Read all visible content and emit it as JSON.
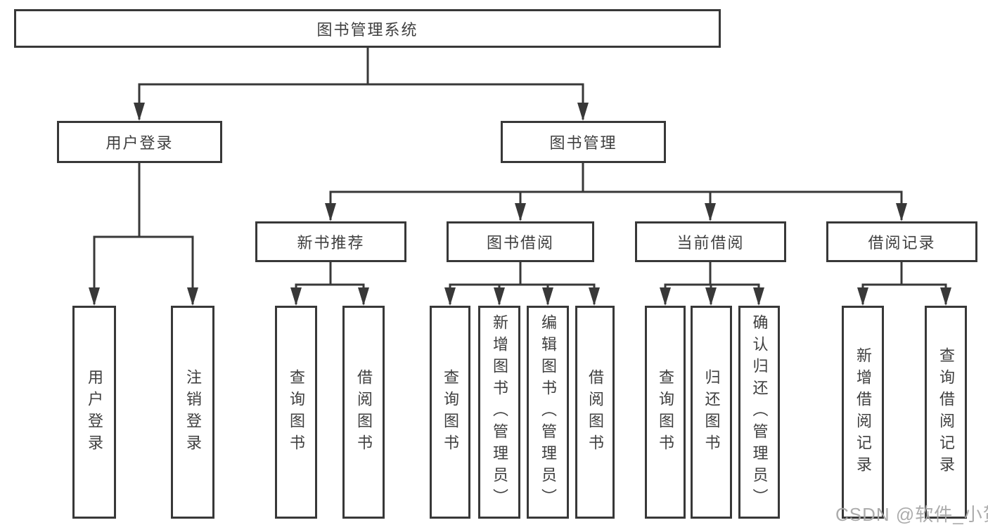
{
  "tree": {
    "label": "图书管理系统",
    "children": [
      {
        "label": "用户登录",
        "children": [
          {
            "label": "用户登录"
          },
          {
            "label": "注销登录"
          }
        ]
      },
      {
        "label": "图书管理",
        "children": [
          {
            "label": "新书推荐",
            "children": [
              {
                "label": "查询图书"
              },
              {
                "label": "借阅图书"
              }
            ]
          },
          {
            "label": "图书借阅",
            "children": [
              {
                "label": "查询图书"
              },
              {
                "label": "新增图书（管理员）"
              },
              {
                "label": "编辑图书（管理员）"
              },
              {
                "label": "借阅图书"
              }
            ]
          },
          {
            "label": "当前借阅",
            "children": [
              {
                "label": "查询图书"
              },
              {
                "label": "归还图书"
              },
              {
                "label": "确认归还（管理员）"
              }
            ]
          },
          {
            "label": "借阅记录",
            "children": [
              {
                "label": "新增借阅记录"
              },
              {
                "label": "查询借阅记录"
              }
            ]
          }
        ]
      }
    ]
  },
  "watermark": {
    "text": "CSDN @软件_小贺同学",
    "color": "#a8a8a8"
  },
  "colors": {
    "line": "#383838",
    "box_border": "#383838",
    "text": "#3f3f3f",
    "background": "#ffffff"
  }
}
